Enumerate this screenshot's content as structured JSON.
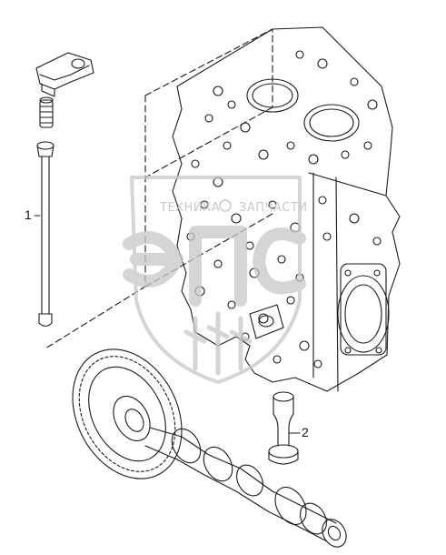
{
  "diagram": {
    "callouts": [
      {
        "id": "1",
        "label": "1",
        "part": "push-rod-assembly"
      },
      {
        "id": "2",
        "label": "2",
        "part": "tappet"
      }
    ]
  },
  "watermark": {
    "text_left": "ТЕХНИКА",
    "text_right": "ЗАПЧАСТИ",
    "logo": "ЭПС",
    "color": "#c8c8c8"
  },
  "colors": {
    "line": "#1a1a1a",
    "background": "#ffffff"
  }
}
